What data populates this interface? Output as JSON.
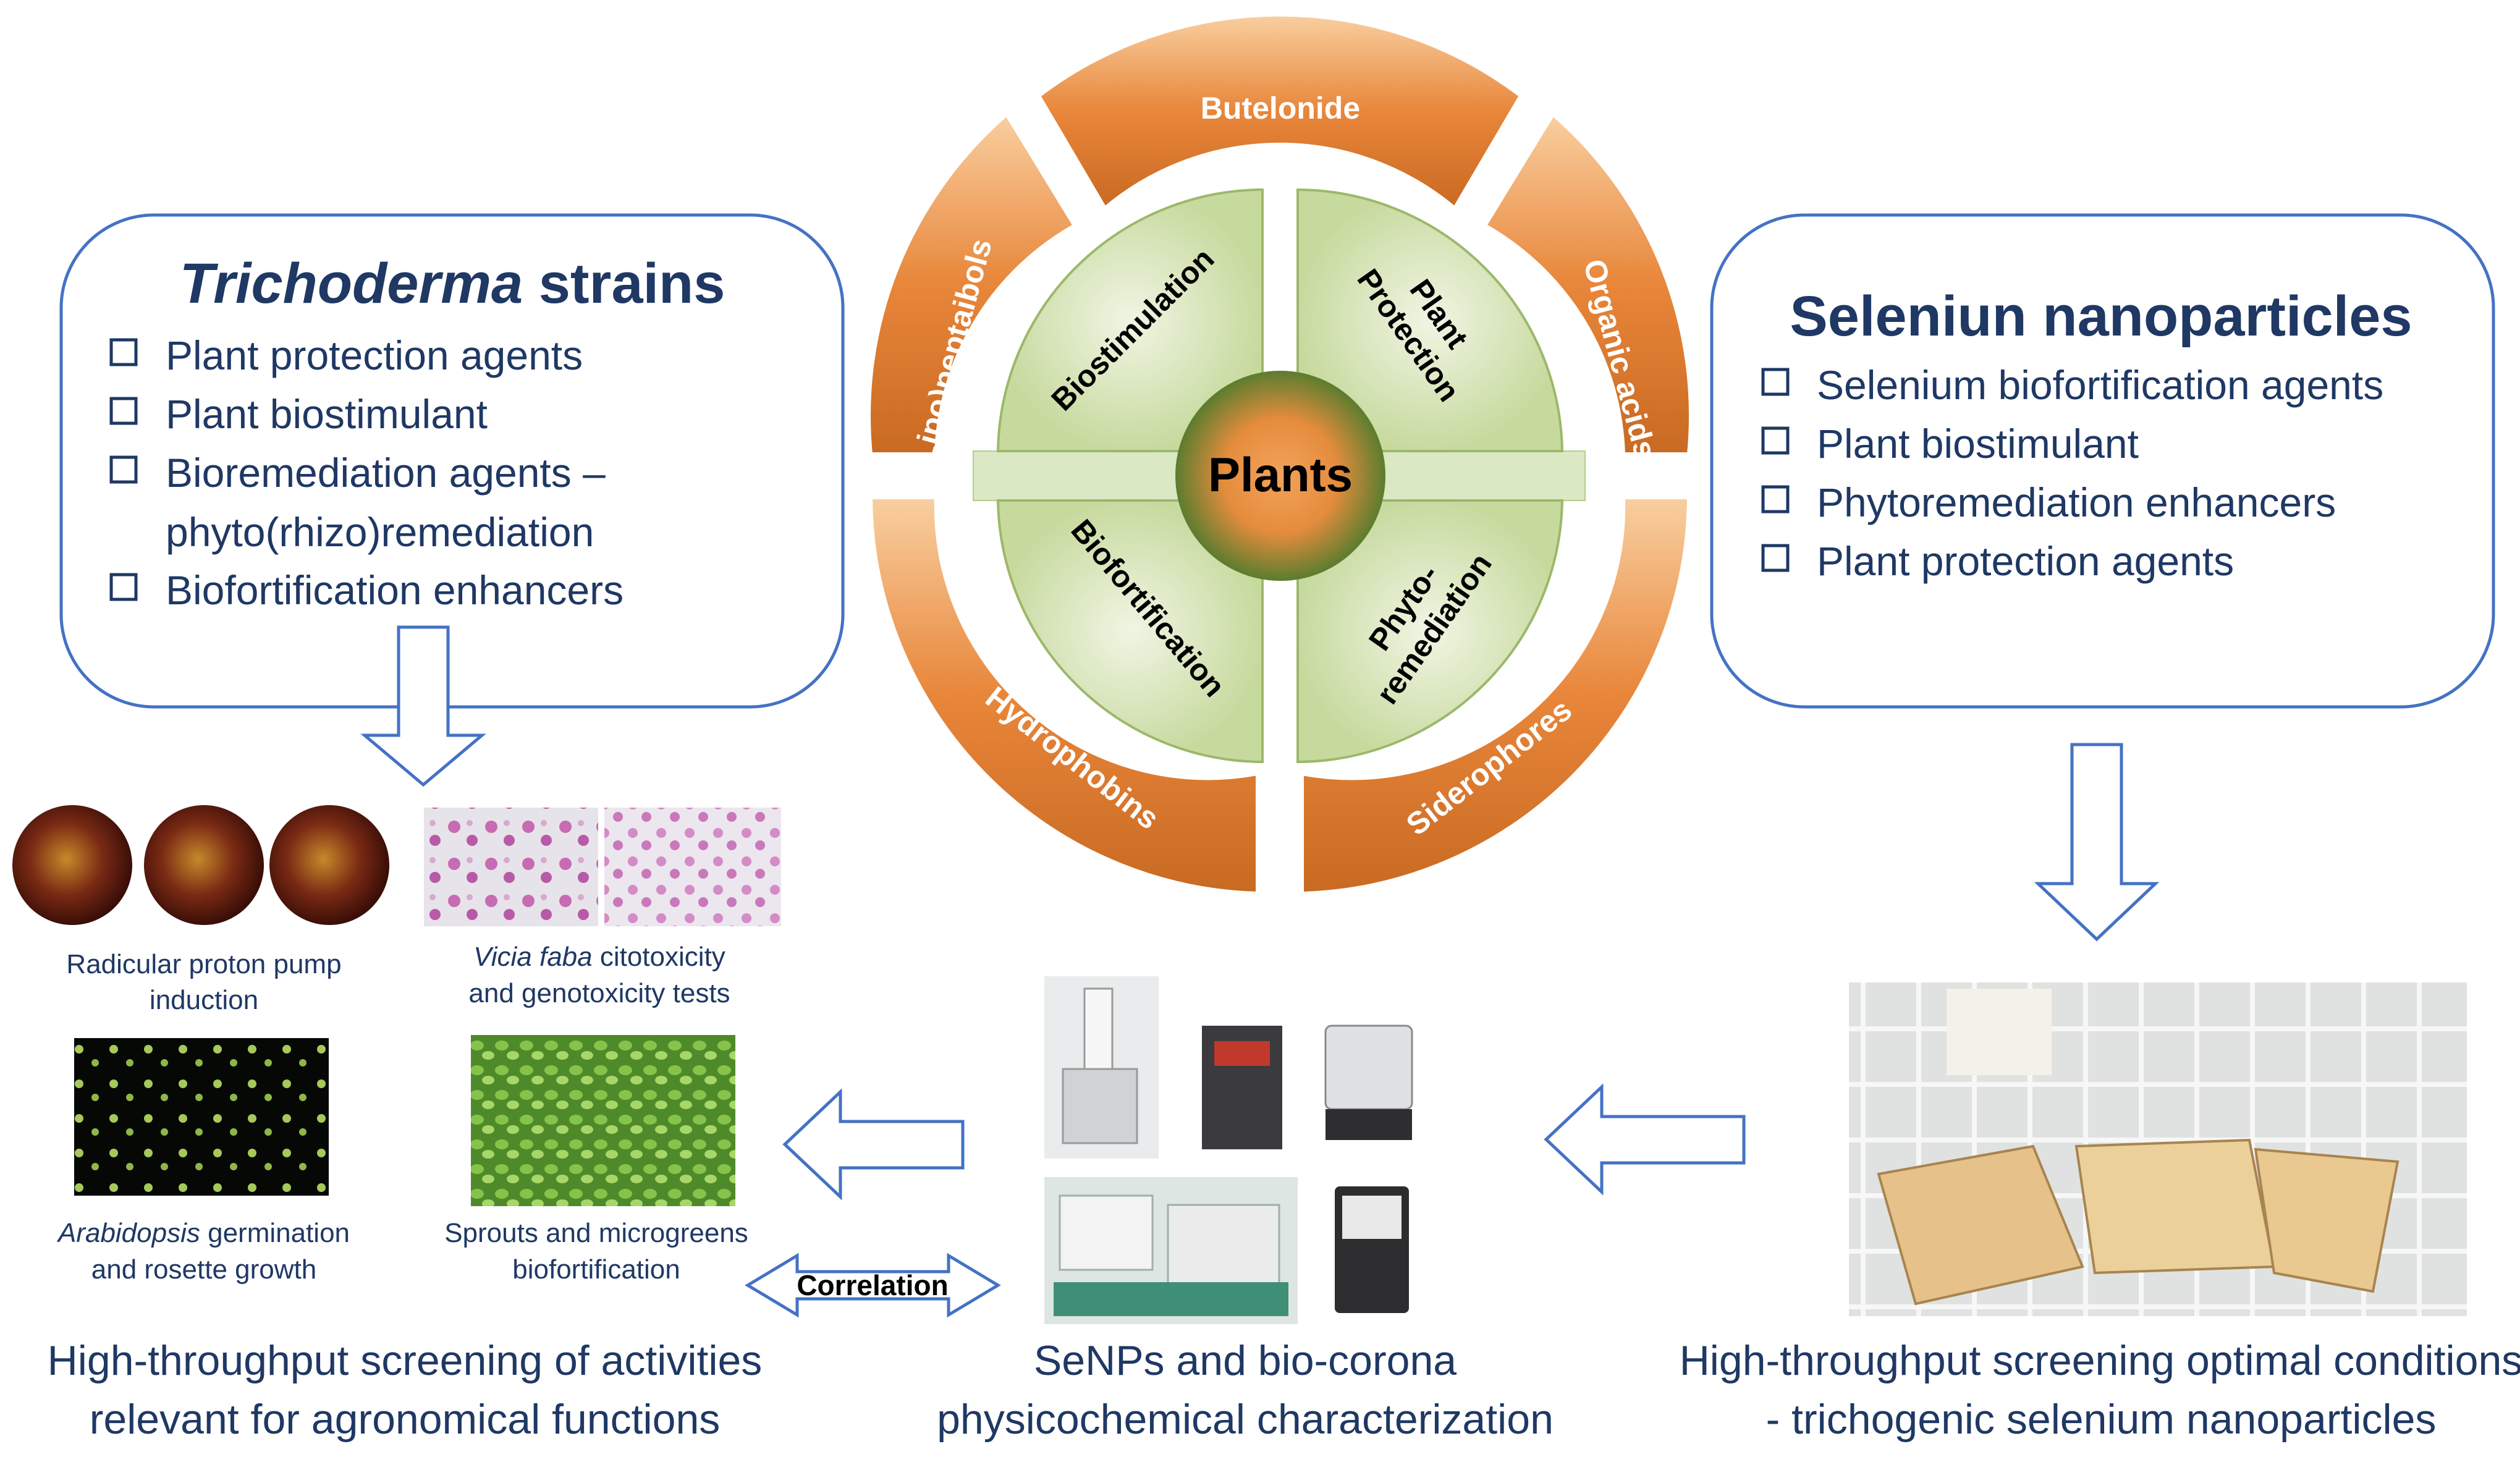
{
  "left_box": {
    "title_italic": "Trichoderma",
    "title_rest": " strains",
    "items": [
      "Plant protection agents",
      "Plant biostimulant",
      "Bioremediation agents –",
      "phyto(rhizo)remediation",
      "Biofortification enhancers"
    ]
  },
  "right_box": {
    "title": "Seleniun nanoparticles",
    "items": [
      "Selenium biofortification agents",
      "Plant biostimulant",
      "Phytoremediation enhancers",
      "Plant protection agents"
    ]
  },
  "wheel": {
    "center": "Plants",
    "outer": {
      "top": "Butelonide",
      "upper_left": "(Lipo)peptaibols",
      "upper_right": "Organic acids",
      "lower_left": "Hydrophobins",
      "lower_right": "Siderophores"
    },
    "inner": {
      "top_left": "Biostimulation",
      "top_right_1": "Plant",
      "top_right_2": "Protection",
      "bottom_left": "Biofortification",
      "bottom_right_1": "Phyto-",
      "bottom_right_2": "remediation"
    }
  },
  "captions": {
    "proton_1": "Radicular proton pump",
    "proton_2": "induction",
    "vicia_italic": "Vicia faba",
    "vicia_rest": " citotoxicity",
    "vicia_2": "and  genotoxicity tests",
    "arab_italic": "Arabidopsis",
    "arab_rest": " germination",
    "arab_2": "and rosette growth",
    "sprouts_1": "Sprouts and microgreens",
    "sprouts_2": "biofortification"
  },
  "correlation": "Correlation",
  "bottom": {
    "left_1": "High-throughput screening of activities",
    "left_2": "relevant for agronomical functions",
    "mid_1": "SeNPs and bio-corona",
    "mid_2": "physicochemical characterization",
    "right_1": "High-throughput screening optimal conditions",
    "right_2": "- trichogenic selenium nanoparticles"
  },
  "colors": {
    "dark_blue": "#1f3864",
    "box_border": "#4472c4",
    "orange": "#e8863a",
    "light_orange": "#fbd4a8",
    "light_green": "#dbe8c4",
    "dark_green": "#70913f"
  }
}
